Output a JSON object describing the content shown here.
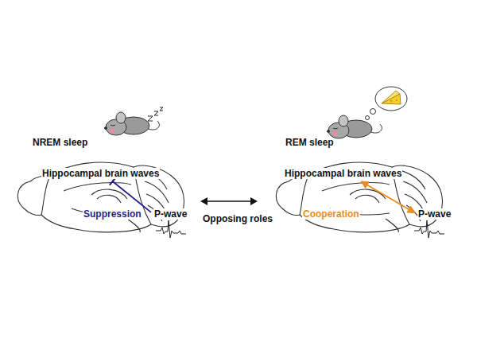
{
  "diagram": {
    "nodes": [
      {
        "text": [
          "Hippocampal brain waves"
        ]
      },
      {
        "text": [
          "P-wave"
        ]
      },
      {
        "text": [
          "Hippocampal brain waves"
        ]
      },
      {
        "text": [
          "P-wave"
        ]
      }
    ],
    "edges": [
      {
        "from": 1,
        "to": 0,
        "arrow": "to",
        "label": "Suppression"
      },
      {
        "from": 2,
        "to": 3,
        "arrow": "both",
        "label": "Cooperation"
      }
    ],
    "labels": [
      "NREM sleep",
      "REM sleep",
      "Opposing roles"
    ]
  }
}
